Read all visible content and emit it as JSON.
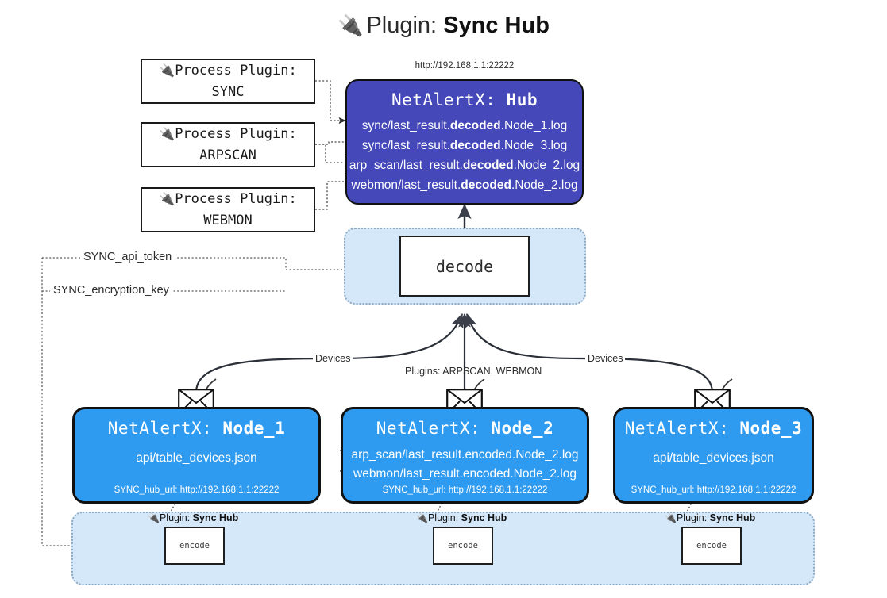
{
  "title": {
    "icon": "plug-icon",
    "glyph": "🔌",
    "prefix": "Plugin: ",
    "name": "Sync Hub"
  },
  "colors": {
    "hub_fill": "#4548b8",
    "node_fill": "#2f9bf0",
    "zone_fill": "#d4e8fa",
    "stroke": "#111111",
    "zone_border": "#8fa9c0"
  },
  "process_plugins": [
    {
      "line1": "Process Plugin:",
      "line2": "SYNC",
      "icon": "plug-icon",
      "glyph": "🔌"
    },
    {
      "line1": "Process Plugin:",
      "line2": "ARPSCAN",
      "icon": "plug-icon",
      "glyph": "🔌"
    },
    {
      "line1": "Process Plugin:",
      "line2": "WEBMON",
      "icon": "plug-icon",
      "glyph": "🔌"
    }
  ],
  "hub": {
    "url": "http://192.168.1.1:22222",
    "title_prefix": "NetAlertX: ",
    "title_name": "Hub",
    "logs": [
      {
        "pre": "sync/last_result.",
        "mid": "decoded",
        "post": ".Node_1.log"
      },
      {
        "pre": "sync/last_result.",
        "mid": "decoded",
        "post": ".Node_3.log"
      },
      {
        "pre": "arp_scan/last_result.",
        "mid": "decoded",
        "post": ".Node_2.log"
      },
      {
        "pre": "webmon/last_result.",
        "mid": "decoded",
        "post": ".Node_2.log"
      }
    ]
  },
  "decode": {
    "label": "decode"
  },
  "secrets": [
    {
      "label": "SYNC_api_token"
    },
    {
      "label": "SYNC_encryption_key"
    }
  ],
  "edge_labels": {
    "devices_left": "Devices",
    "devices_right": "Devices",
    "plugins_center": "Plugins: ARPSCAN, WEBMON"
  },
  "nodes": [
    {
      "title_prefix": "NetAlertX: ",
      "title_name": "Node_1",
      "lines": [
        "api/table_devices.json"
      ],
      "hub_url_label": "SYNC_hub_url: http://192.168.1.1:22222",
      "plugin_tag_prefix": "Plugin: ",
      "plugin_tag_name": "Sync Hub",
      "encode_label": "encode",
      "envelope_icon": "envelope-icon"
    },
    {
      "title_prefix": "NetAlertX: ",
      "title_name": "Node_2",
      "lines": [
        "arp_scan/last_result.encoded.Node_2.log",
        "webmon/last_result.encoded.Node_2.log"
      ],
      "hub_url_label": "SYNC_hub_url: http://192.168.1.1:22222",
      "plugin_tag_prefix": "Plugin: ",
      "plugin_tag_name": "Sync Hub",
      "encode_label": "encode",
      "envelope_icon": "envelope-icon"
    },
    {
      "title_prefix": "NetAlertX: ",
      "title_name": "Node_3",
      "lines": [
        "api/table_devices.json"
      ],
      "hub_url_label": "SYNC_hub_url: http://192.168.1.1:22222",
      "plugin_tag_prefix": "Plugin: ",
      "plugin_tag_name": "Sync Hub",
      "encode_label": "encode",
      "envelope_icon": "envelope-icon"
    }
  ]
}
